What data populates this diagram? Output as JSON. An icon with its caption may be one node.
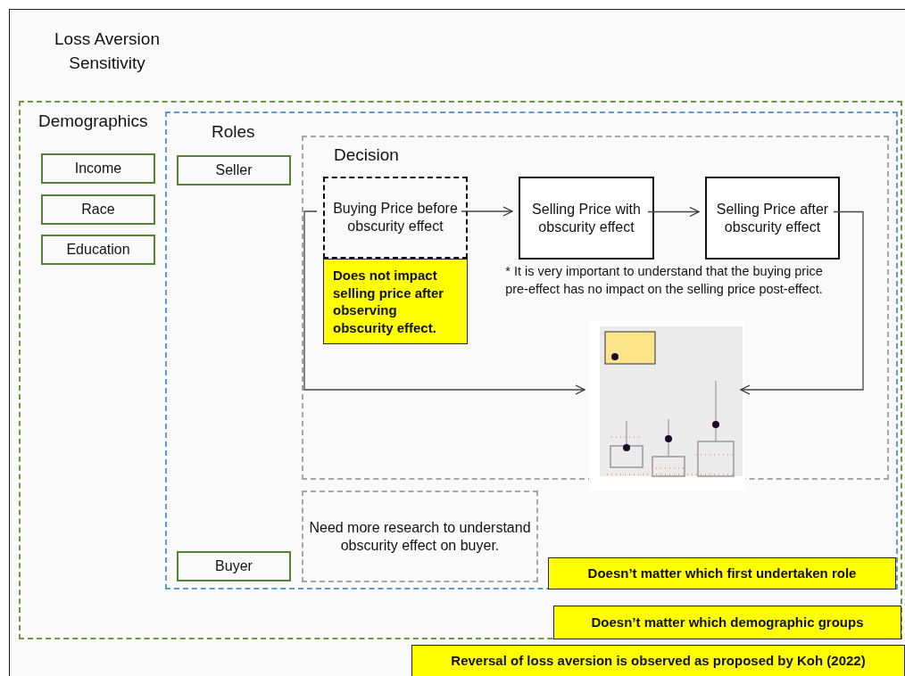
{
  "diagram": {
    "nodes": [
      {
        "text": [
          "Loss Aversion Sensitivity"
        ]
      },
      {
        "text": [
          "Demographics"
        ],
        "in": 0
      },
      {
        "text": [
          "Income"
        ],
        "in": 1
      },
      {
        "text": [
          "Race"
        ],
        "in": 1
      },
      {
        "text": [
          "Education"
        ],
        "in": 1
      },
      {
        "text": [
          "Roles"
        ],
        "in": 1
      },
      {
        "text": [
          "Seller"
        ],
        "in": 5
      },
      {
        "text": [
          "Decision"
        ],
        "in": 5
      },
      {
        "text": [
          "Buying Price before obscurity effect"
        ],
        "in": 7
      },
      {
        "text": [
          "Does not impact selling price after observing obscurity effect."
        ],
        "in": 7
      },
      {
        "text": [
          "Selling Price with obscurity effect"
        ],
        "in": 7
      },
      {
        "text": [
          "Selling Price after obscurity effect"
        ],
        "in": 7
      },
      {
        "text": [],
        "shape": "picture",
        "in": 5
      },
      {
        "text": [
          "Buyer"
        ],
        "in": 5
      },
      {
        "text": [
          "Need more research to understand obscurity effect on buyer."
        ],
        "in": 5
      },
      {
        "text": [
          "Doesn’t matter which first undertaken role"
        ],
        "in": 5
      },
      {
        "text": [
          "Doesn’t matter which demographic groups"
        ],
        "in": 1
      },
      {
        "text": [
          "Reversal of loss aversion is observed as proposed by Koh (2022)"
        ],
        "in": 0
      }
    ],
    "edges": [
      {
        "from": 8,
        "to": 10,
        "arrow": "to"
      },
      {
        "from": 10,
        "to": 11,
        "arrow": "to"
      },
      {
        "from": 8,
        "to": 12,
        "arrow": "to"
      },
      {
        "from": 11,
        "to": 12,
        "arrow": "to"
      }
    ],
    "labels": [
      "* It is very important to understand that the buying price pre-effect has no impact on the selling price post-effect."
    ]
  }
}
